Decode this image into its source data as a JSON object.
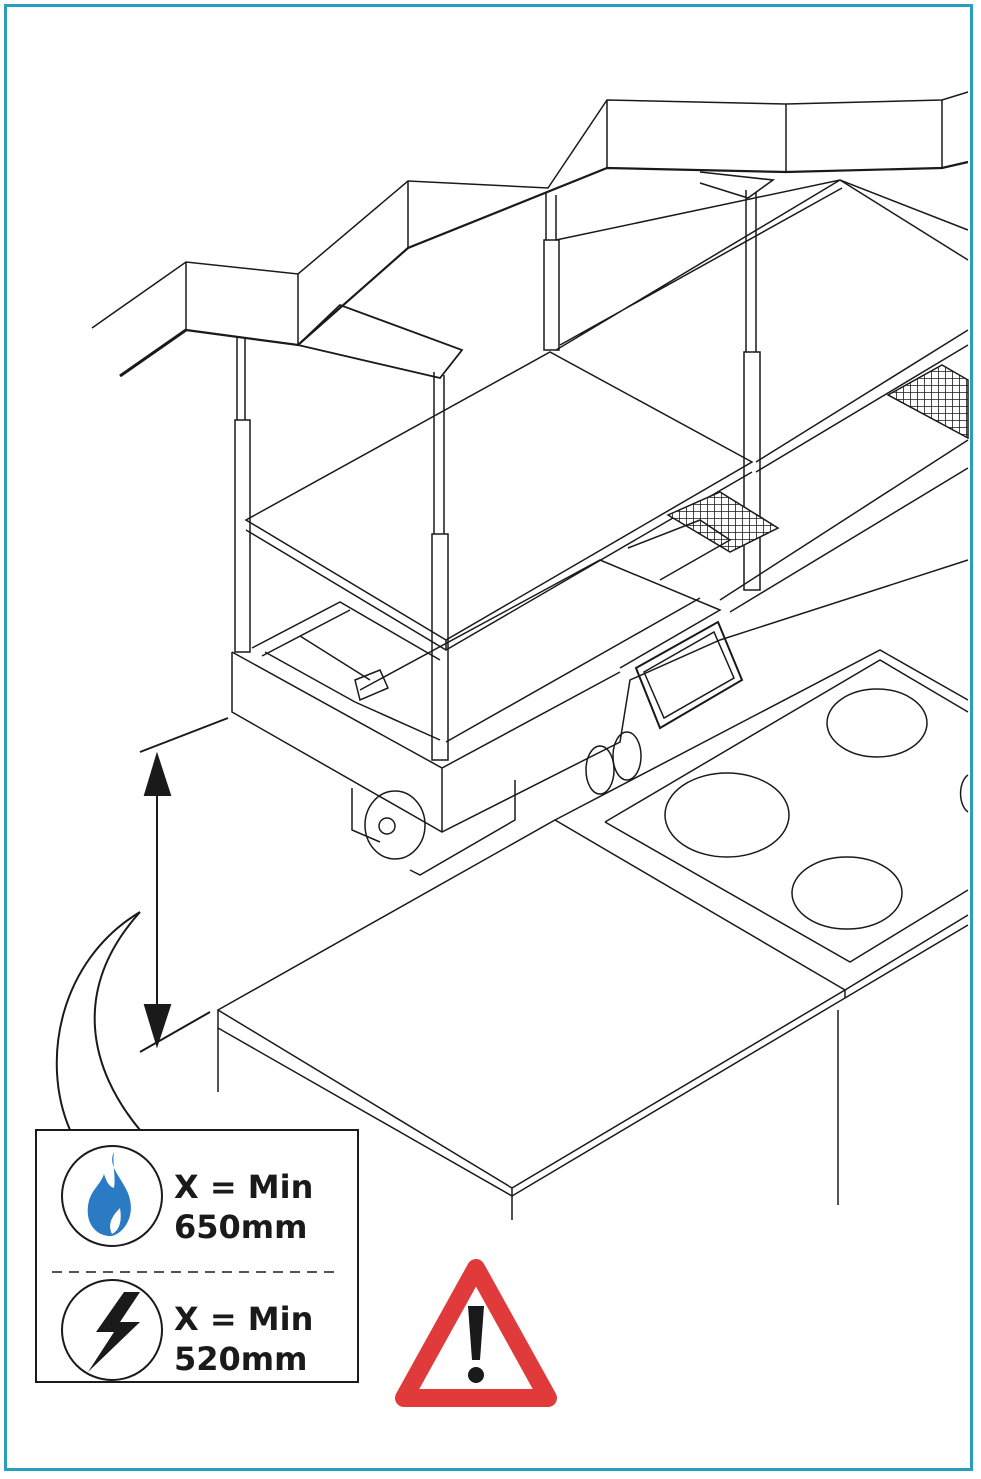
{
  "colors": {
    "frame": "#2a9fbd",
    "line": "#1a1a1a",
    "gas_flame": "#2a7bc4",
    "warning_red": "#e03a3a"
  },
  "info_box": {
    "gas": {
      "icon": "gas-flame-icon",
      "line1": "X = Min",
      "line2": "650mm"
    },
    "electric": {
      "icon": "lightning-bolt-icon",
      "line1": "X = Min",
      "line2": "520mm"
    }
  },
  "warning": {
    "icon": "warning-triangle-icon"
  }
}
